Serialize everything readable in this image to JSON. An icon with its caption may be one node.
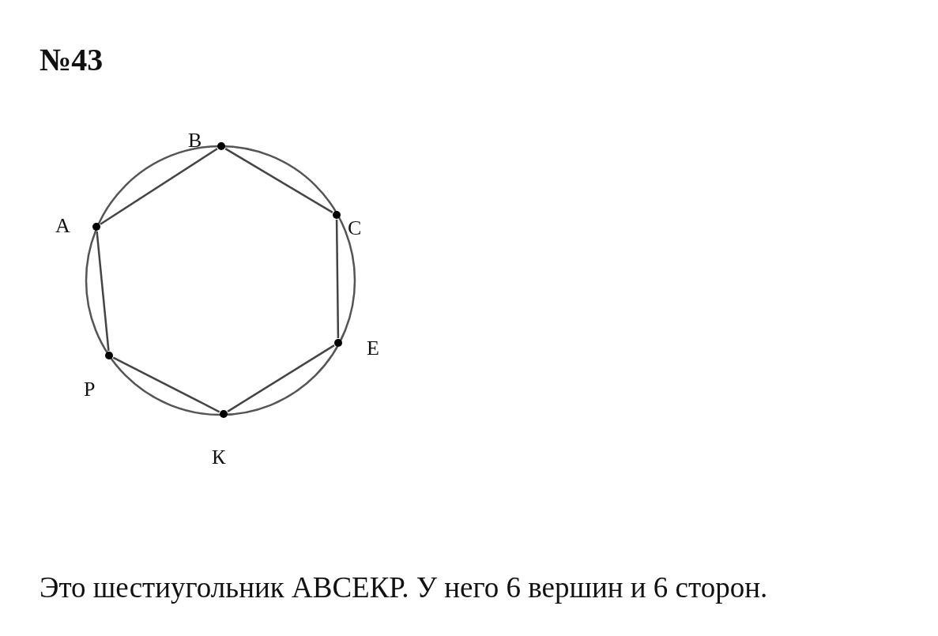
{
  "diagram": {
    "title": "№43",
    "nodes": [
      {
        "text": [
          "А"
        ]
      },
      {
        "text": [
          "В"
        ]
      },
      {
        "text": [
          "С"
        ]
      },
      {
        "text": [
          "Е"
        ]
      },
      {
        "text": [
          "К"
        ]
      },
      {
        "text": [
          "Р"
        ]
      }
    ],
    "edges": [
      {
        "from": 0,
        "to": 1,
        "arrow": "none"
      },
      {
        "from": 1,
        "to": 2,
        "arrow": "none"
      },
      {
        "from": 2,
        "to": 3,
        "arrow": "none"
      },
      {
        "from": 3,
        "to": 4,
        "arrow": "none"
      },
      {
        "from": 4,
        "to": 5,
        "arrow": "none"
      },
      {
        "from": 5,
        "to": 0,
        "arrow": "none"
      }
    ],
    "caption": "Это шестиугольник АВСЕКР. У него 6 вершин и 6 сторон."
  }
}
